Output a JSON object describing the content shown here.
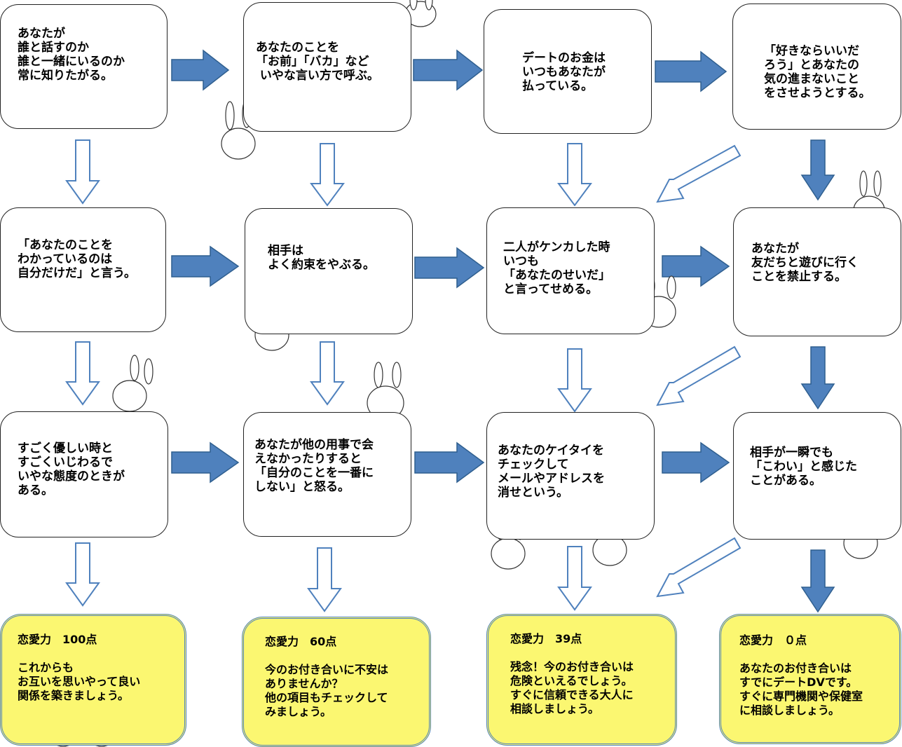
{
  "steps": [
    {
      "id": "r1c1",
      "text": "あなたが\n誰と話すのか\n誰と一緒にいるのか\n常に知りたがる。"
    },
    {
      "id": "r1c2",
      "text": "あなたのことを\n「お前」「バカ」など\n いやな言い方で呼ぶ。"
    },
    {
      "id": "r1c3",
      "text": "デートのお金は\nいつもあなたが\n払っている。"
    },
    {
      "id": "r1c4",
      "text": "「好きならいいだ\nろう」とあなたの\n気の進まないこと\nをさせようとする。"
    },
    {
      "id": "r2c1",
      "text": "「あなたのことを\nわかっているのは\n自分だけだ」と言う。"
    },
    {
      "id": "r2c2",
      "text": "相手は\nよく約束をやぶる。"
    },
    {
      "id": "r2c3",
      "text": "二人がケンカした時\nいつも\n「あなたのせいだ」\nと言ってせめる。"
    },
    {
      "id": "r2c4",
      "text": "あなたが\n友だちと遊びに行く\nことを禁止する。"
    },
    {
      "id": "r3c1",
      "text": "すごく優しい時と\nすごくいじわるで\nいやな態度のときが\nある。"
    },
    {
      "id": "r3c2",
      "text": "あなたが他の用事で会\nえなかったりすると\n「自分のことを一番に\nしない」と怒る。"
    },
    {
      "id": "r3c3",
      "text": "あなたのケイタイを\nチェックして\nメールやアドレスを\n消せという。"
    },
    {
      "id": "r3c4",
      "text": "相手が一瞬でも\n「こわい」と感じた\nことがある。"
    }
  ],
  "results": [
    {
      "title": "恋愛力　100点",
      "text": "これからも\nお互いを思いやって良い\n関係を築きましょう。"
    },
    {
      "title": "恋愛力　60点",
      "text": "今のお付き合いに不安は\nありませんか？\n他の項目もチェックして\nみましょう。"
    },
    {
      "title": "恋愛力　39点",
      "text": "残念！今のお付き合いは\n危険といえるでしょう。\nすぐに信頼できる大人に\n相談しましょう。"
    },
    {
      "title": "恋愛力　０点",
      "text": "あなたのお付き合いは\nすでにデートDVです。\nすぐに専門機関や保健室\nに相談しましょう。"
    }
  ],
  "colors": {
    "arrow_fill": "#4f81bd",
    "arrow_stroke": "#2f5f8f",
    "outline_arrow": "#4f81bd",
    "result_fill": "#fbf771",
    "result_border": "#4f81bd"
  },
  "illustrations": [
    "rabbit-icon"
  ]
}
